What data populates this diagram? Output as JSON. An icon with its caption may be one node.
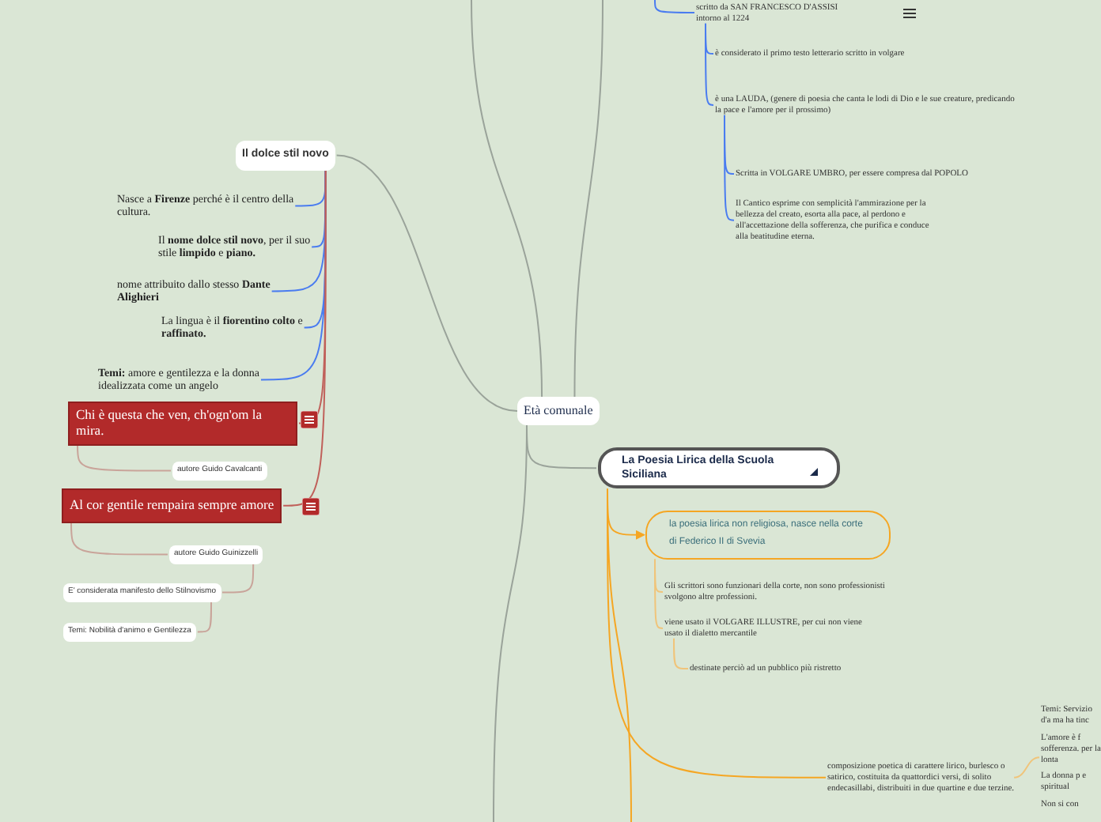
{
  "diagram": {
    "nodes": [
      {
        "text": [
          "Età comunale"
        ]
      },
      {
        "text": [
          "Il dolce stil novo"
        ]
      },
      {
        "text": [
          "Nasce a **Firenze** perché è il centro della cultura."
        ]
      },
      {
        "text": [
          "Il **nome dolce stil novo**, per il suo stile **limpido** e **piano.**"
        ]
      },
      {
        "text": [
          "nome attribuito dallo stesso **Dante Alighieri**"
        ]
      },
      {
        "text": [
          "La lingua è il **fiorentino colto** e **raffinato.**"
        ]
      },
      {
        "text": [
          "**Temi:** amore e gentilezza e la donna idealizzata come un angelo"
        ]
      },
      {
        "text": [
          "Chi è questa che ven, ch'ogn'om la mira."
        ]
      },
      {
        "text": [
          "autore Guido Cavalcanti"
        ]
      },
      {
        "text": [
          "Al cor gentile rempaira sempre amore"
        ]
      },
      {
        "text": [
          "autore Guido Guinizzelli"
        ]
      },
      {
        "text": [
          "E' considerata manifesto dello Stilnovismo"
        ]
      },
      {
        "text": [
          "Temi: Nobilità d'animo e Gentilezza"
        ]
      },
      {
        "text": [
          "La Poesia Lirica della Scuola Siciliana"
        ]
      },
      {
        "text": [
          "la poesia lirica non religiosa, nasce nella corte di Federico II di Svevia"
        ]
      },
      {
        "text": [
          "Gli scrittori sono funzionari della corte, non sono professionisti svolgono altre professioni."
        ]
      },
      {
        "text": [
          "viene usato il VOLGARE ILLUSTRE, per cui non viene usato il dialetto mercantile"
        ]
      },
      {
        "text": [
          "destinate perciò ad un pubblico più ristretto"
        ]
      },
      {
        "text": [
          "composizione poetica di carattere lirico, burlesco o satirico, costituita da quattordici versi, di solito endecasillabi, distribuiti in due quartine e due terzine."
        ]
      },
      {
        "text": [
          "Temi: Servizio d'a ma ha tinc",
          "L'amore è f sofferenza. per la lonta",
          "La donna p e spiritual",
          "Non si con"
        ]
      },
      {
        "text": [
          "scritto da SAN FRANCESCO D'ASSISI intorno al 1224"
        ]
      },
      {
        "text": [
          "è considerato il primo testo letterario scritto in volgare"
        ]
      },
      {
        "text": [
          "è una LAUDA, (genere di poesia che canta le lodi di Dio e le sue creature, predicando la pace e l'amore per il prossimo)"
        ]
      },
      {
        "text": [
          "Scritta in VOLGARE UMBRO, per essere compresa dal POPOLO"
        ]
      },
      {
        "text": [
          "Il Cantico esprime con semplicità l'ammirazione per la bellezza del creato, esorta alla pace, al perdono e all'accettazione della sofferenza, che purifica e conduce alla beatitudine eterna."
        ]
      }
    ],
    "edges": [
      {
        "from": 0,
        "to": 1,
        "arrow": "none",
        "color": "#9aa39a"
      },
      {
        "from": 1,
        "to": 2,
        "arrow": "none"
      },
      {
        "from": 1,
        "to": 3,
        "arrow": "none"
      },
      {
        "from": 1,
        "to": 4,
        "arrow": "none"
      },
      {
        "from": 1,
        "to": 5,
        "arrow": "none"
      },
      {
        "from": 1,
        "to": 6,
        "arrow": "none"
      },
      {
        "from": 1,
        "to": 7,
        "arrow": "none",
        "color": "#c0605a"
      },
      {
        "from": 1,
        "to": 9,
        "arrow": "none",
        "color": "#c0605a"
      },
      {
        "from": 7,
        "to": 8,
        "arrow": "none",
        "color": "#c9a49a"
      },
      {
        "from": 9,
        "to": 10,
        "arrow": "none",
        "color": "#c9a49a"
      },
      {
        "from": 10,
        "to": 11,
        "arrow": "none",
        "color": "#c9a49a"
      },
      {
        "from": 11,
        "to": 12,
        "arrow": "none",
        "color": "#c9a49a"
      },
      {
        "from": 0,
        "to": 13,
        "arrow": "none",
        "color": "#9aa39a"
      },
      {
        "from": 13,
        "to": 14,
        "arrow": "to",
        "color": "#f5a623"
      },
      {
        "from": 14,
        "to": 15,
        "arrow": "none",
        "color": "#f0c47a"
      },
      {
        "from": 14,
        "to": 16,
        "arrow": "none",
        "color": "#f0c47a"
      },
      {
        "from": 16,
        "to": 17,
        "arrow": "none",
        "color": "#f0c47a"
      },
      {
        "from": 13,
        "to": 18,
        "arrow": "none",
        "color": "#f5a623"
      },
      {
        "from": 18,
        "to": 19,
        "arrow": "none",
        "color": "#f0c47a"
      },
      {
        "from": 0,
        "to": null,
        "arrow": "none",
        "color": "#9aa39a"
      },
      {
        "from": 0,
        "to": null,
        "arrow": "none",
        "color": "#9aa39a"
      },
      {
        "from": 0,
        "to": null,
        "arrow": "none",
        "color": "#9aa39a"
      },
      {
        "from": 13,
        "to": null,
        "arrow": "none",
        "color": "#f5a623"
      },
      {
        "from": null,
        "to": 20,
        "arrow": "none"
      },
      {
        "from": 20,
        "to": 21,
        "arrow": "none"
      },
      {
        "from": 20,
        "to": 22,
        "arrow": "none"
      },
      {
        "from": 22,
        "to": 23,
        "arrow": "none"
      },
      {
        "from": 22,
        "to": 24,
        "arrow": "none"
      }
    ]
  }
}
